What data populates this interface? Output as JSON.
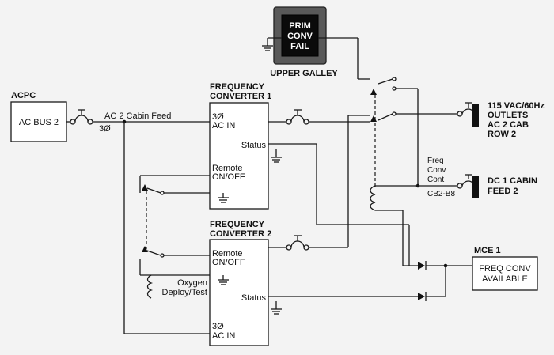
{
  "acpc": {
    "title": "ACPC",
    "bus_label": "AC BUS 2"
  },
  "feed": {
    "label": "AC 2 Cabin Feed",
    "phase": "3Ø"
  },
  "fc1": {
    "title_line1": "FREQUENCY",
    "title_line2": "CONVERTER 1",
    "acin_phase": "3Ø",
    "acin": "AC IN",
    "status": "Status",
    "remote_line1": "Remote",
    "remote_line2": "ON/OFF"
  },
  "fc2": {
    "title_line1": "FREQUENCY",
    "title_line2": "CONVERTER 2",
    "acin_phase": "3Ø",
    "acin": "AC IN",
    "status": "Status",
    "remote_line1": "Remote",
    "remote_line2": "ON/OFF"
  },
  "galley": {
    "light_line1": "PRIM",
    "light_line2": "CONV",
    "light_line3": "FAIL",
    "label": "UPPER GALLEY"
  },
  "outlets": {
    "line1": "115 VAC/60Hz",
    "line2": "OUTLETS",
    "line3": "AC 2 CAB",
    "line4": "ROW 2"
  },
  "cb": {
    "line1": "Freq",
    "line2": "Conv",
    "line3": "Cont",
    "id": "CB2-B8"
  },
  "dc": {
    "line1": "DC 1 CABIN",
    "line2": "FEED 2"
  },
  "oxygen": {
    "line1": "Oxygen",
    "line2": "Deploy/Test"
  },
  "mce": {
    "title": "MCE 1",
    "line1": "FREQ CONV",
    "line2": "AVAILABLE"
  }
}
